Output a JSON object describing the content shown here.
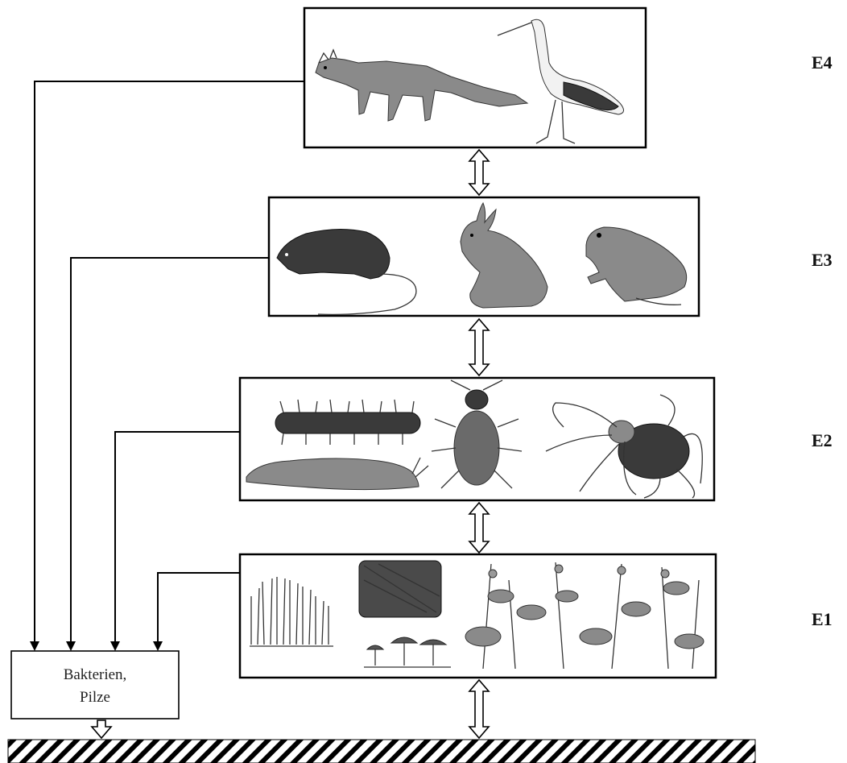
{
  "levels": [
    {
      "id": "E4",
      "label": "E4",
      "organisms": [
        "fox-icon",
        "stork-icon"
      ]
    },
    {
      "id": "E3",
      "label": "E3",
      "organisms": [
        "mouse-icon",
        "rabbit-icon",
        "frog-icon"
      ]
    },
    {
      "id": "E2",
      "label": "E2",
      "organisms": [
        "caterpillar-icon",
        "slug-icon",
        "beetle-icon",
        "spider-icon"
      ]
    },
    {
      "id": "E1",
      "label": "E1",
      "organisms": [
        "moss-icon",
        "lichen-icon",
        "fungi-icon",
        "plant-icon"
      ]
    }
  ],
  "decomposers": {
    "line1": "Bakterien,",
    "line2": "Pilze"
  },
  "soil": {
    "pattern": "hatched"
  },
  "colors": {
    "ink": "#000000",
    "background": "#ffffff"
  }
}
